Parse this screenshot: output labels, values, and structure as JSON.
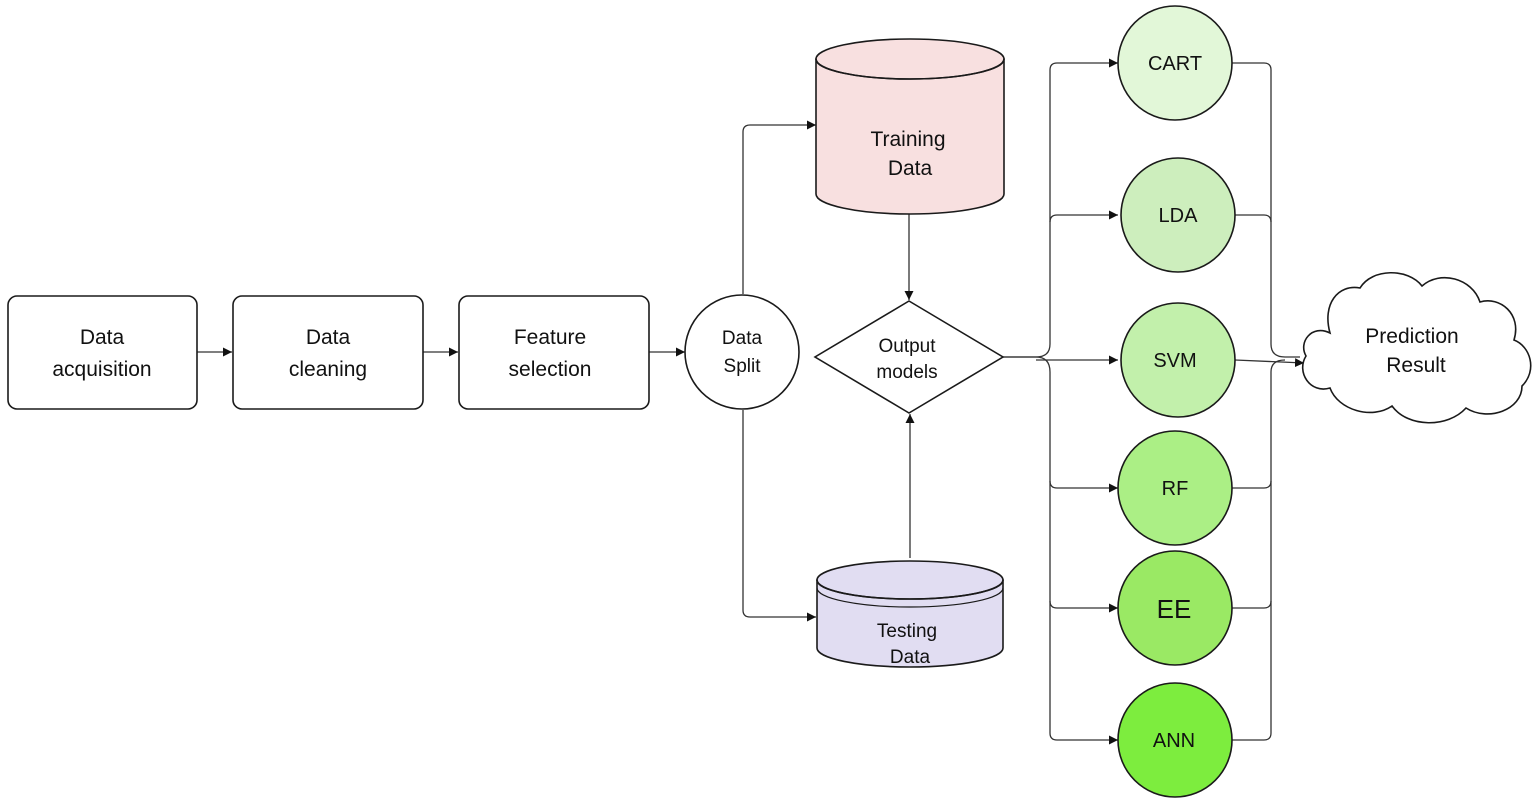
{
  "steps": {
    "acquisition": [
      "Data",
      "acquisition"
    ],
    "cleaning": [
      "Data",
      "cleaning"
    ],
    "feature": [
      "Feature",
      "selection"
    ]
  },
  "split": [
    "Data",
    "Split"
  ],
  "training": [
    "Training",
    "Data"
  ],
  "testing": [
    "Testing",
    "Data"
  ],
  "output": [
    "Output",
    "models"
  ],
  "models": [
    {
      "label": "CART",
      "color": "#e2f7d8"
    },
    {
      "label": "LDA",
      "color": "#cdeebd"
    },
    {
      "label": "SVM",
      "color": "#c2f0ab"
    },
    {
      "label": "RF",
      "color": "#abef85"
    },
    {
      "label": "EE",
      "color": "#9ae964"
    },
    {
      "label": "ANN",
      "color": "#7ded3e"
    }
  ],
  "result": [
    "Prediction",
    "Result"
  ],
  "colors": {
    "training_fill": "#f8e0e0",
    "testing_fill": "#e1ddf2"
  }
}
